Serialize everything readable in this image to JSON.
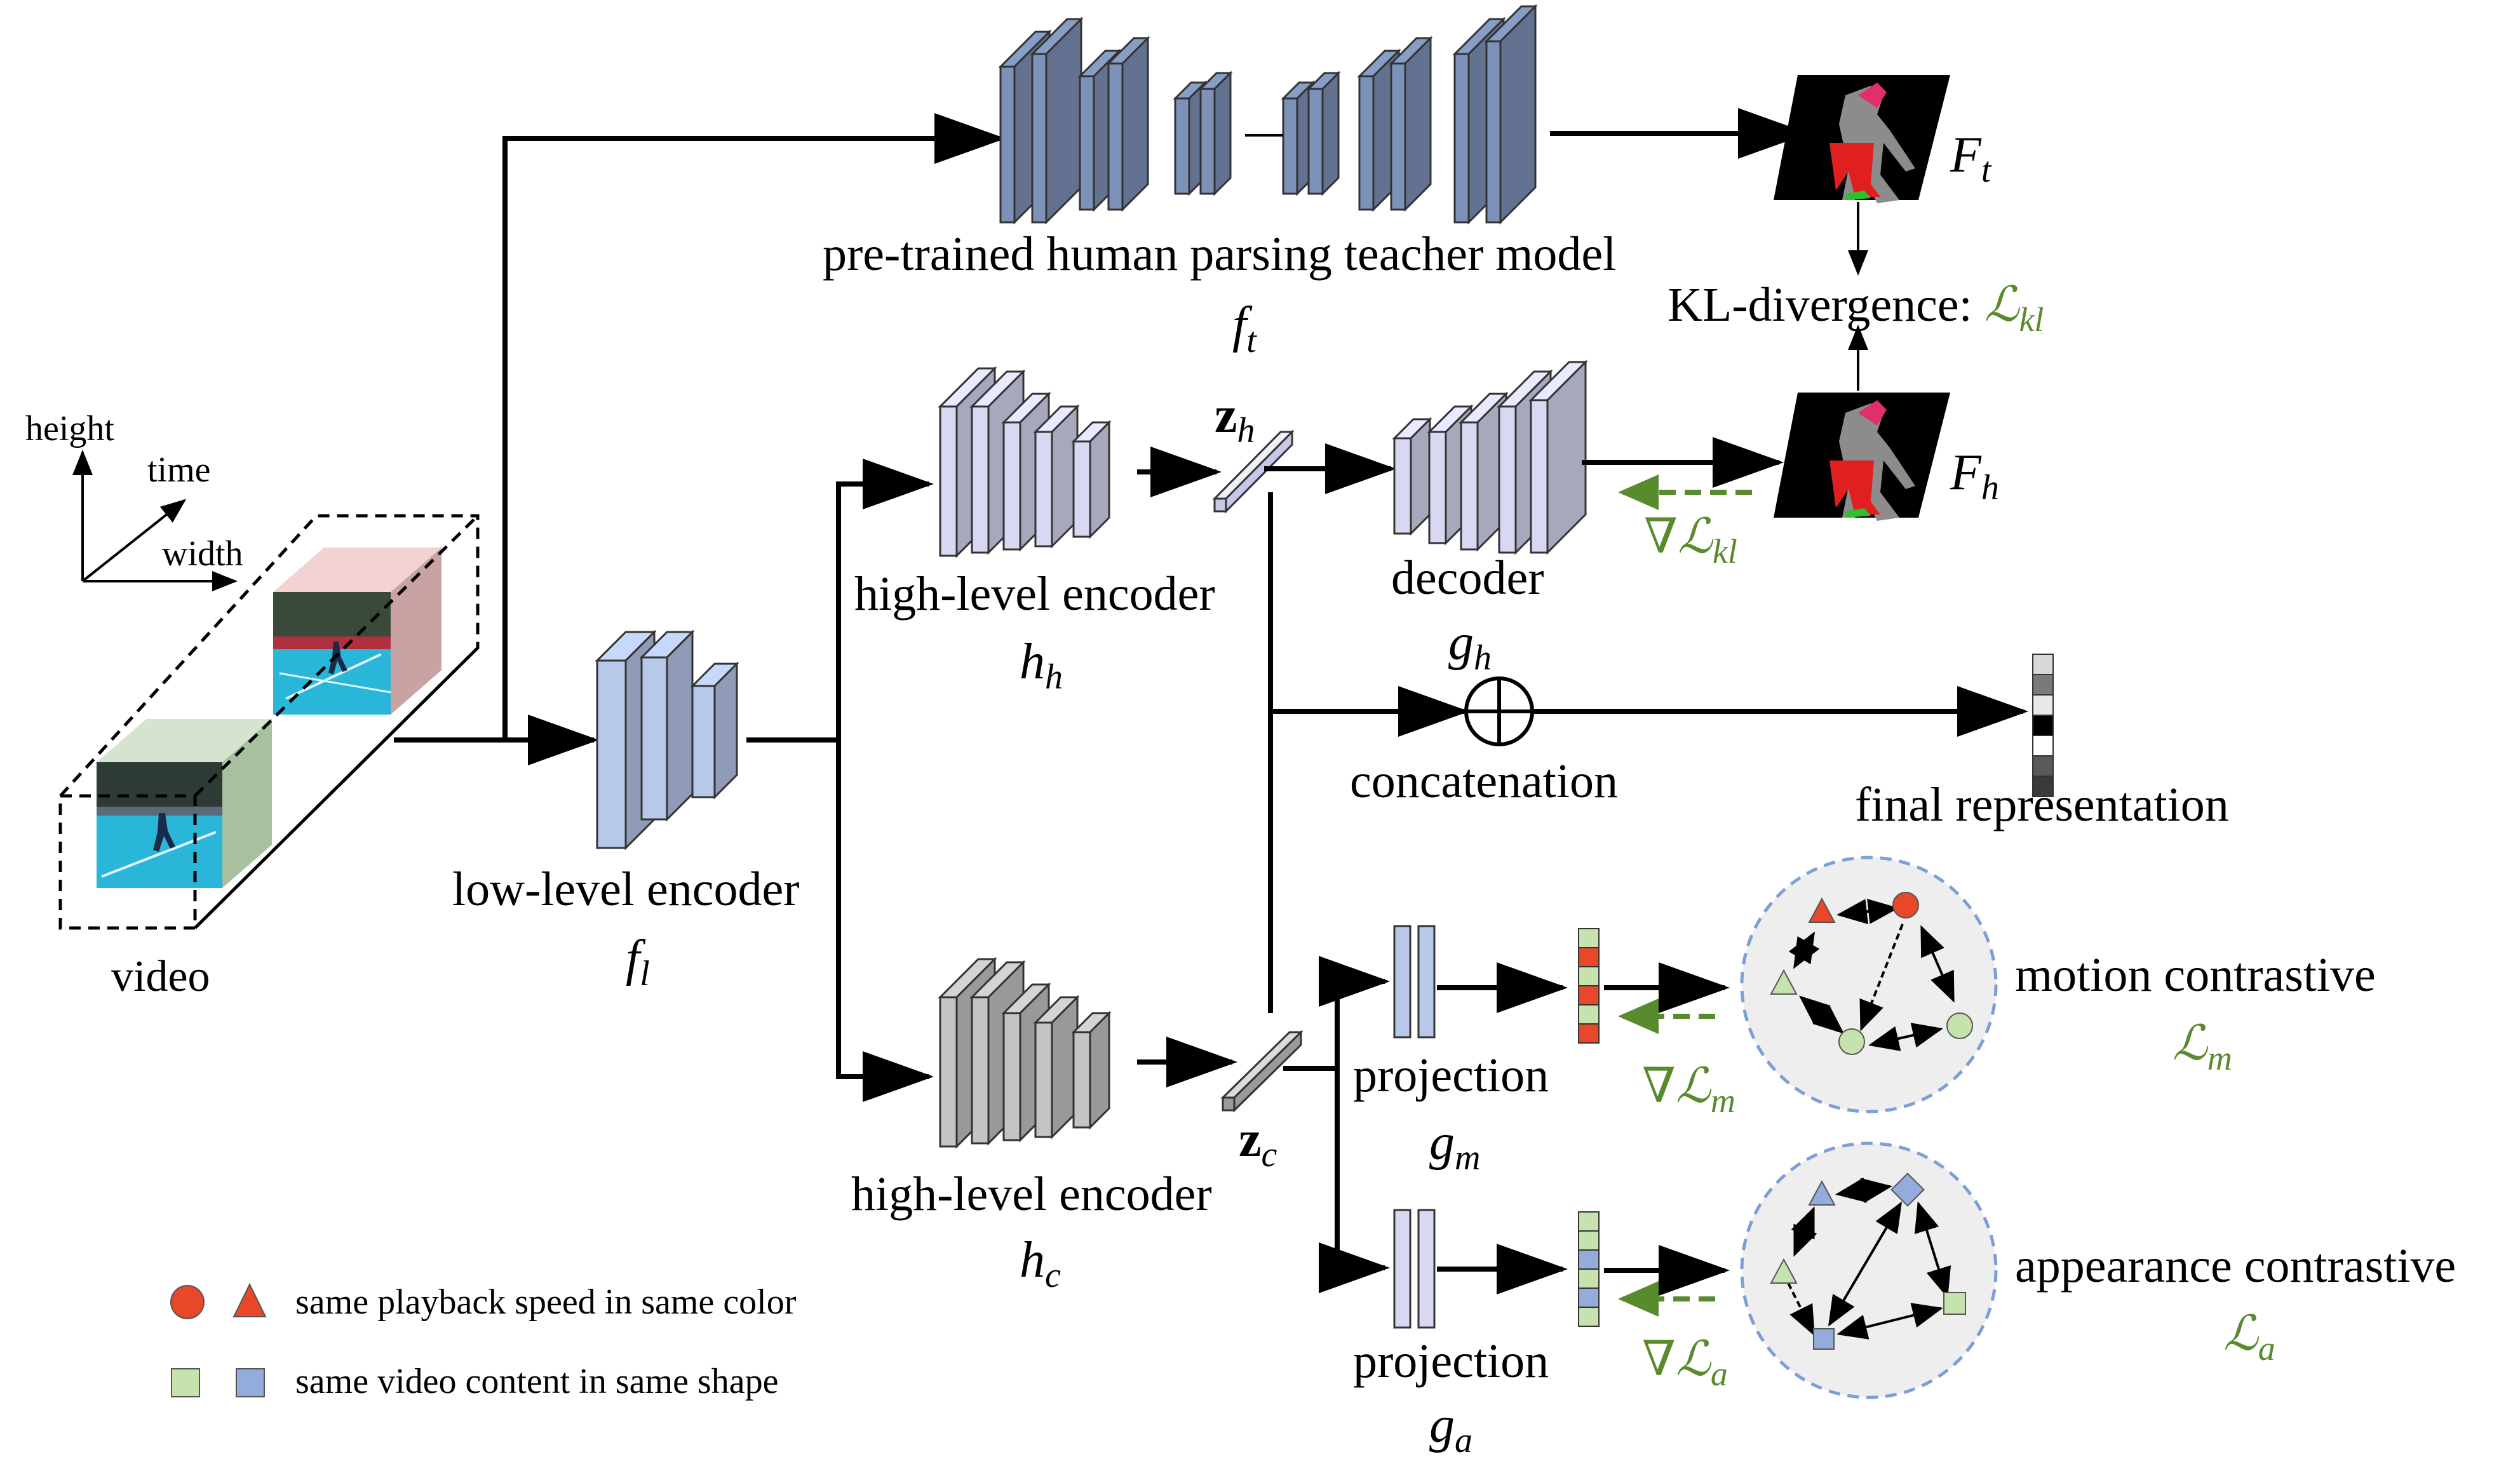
{
  "labels": {
    "axis_height": "height",
    "axis_time": "time",
    "axis_width": "width",
    "video": "video",
    "teacher": "pre-trained human parsing teacher model",
    "teacher_sym": "f",
    "teacher_sub": "t",
    "ft_sym": "F",
    "ft_sub": "t",
    "kl": "KL-divergence: ",
    "kl_L": "ℒ",
    "kl_sub": "kl",
    "hh_label": "high-level encoder",
    "hh_sym": "h",
    "hh_sub": "h",
    "zh_sym": "z",
    "zh_sub": "h",
    "decoder": "decoder",
    "gh_sym": "g",
    "gh_sub": "h",
    "fh_sym": "F",
    "fh_sub": "h",
    "grad_kl": "∇ℒ",
    "grad_kl_sub": "kl",
    "concat": "concatenation",
    "final": "final representation",
    "low_label": "low-level encoder",
    "low_sym": "f",
    "low_sub": "l",
    "hc_label": "high-level encoder",
    "hc_sym": "h",
    "hc_sub": "c",
    "zc_sym": "z",
    "zc_sub": "c",
    "proj_m": "projection",
    "gm_sym": "g",
    "gm_sub": "m",
    "proj_a": "projection",
    "ga_sym": "g",
    "ga_sub": "a",
    "grad_m": "∇ℒ",
    "grad_m_sub": "m",
    "grad_a": "∇ℒ",
    "grad_a_sub": "a",
    "motion": "motion contrastive",
    "motion_L": "ℒ",
    "motion_sub": "m",
    "appear": "appearance contrastive",
    "appear_L": "ℒ",
    "appear_sub": "a",
    "legend_speed": "same playback speed in same color",
    "legend_content": "same video content in same shape"
  },
  "colors": {
    "teacher_fill": "#7d92b8",
    "teacher_side": "#5d7196",
    "low_fill": "#b8c8ea",
    "high_h_fill": "#d8d8f2",
    "high_c_fill": "#c4c4c4",
    "green_text": "#5a8a2e",
    "green_arrow": "#5a8a2e",
    "red_shape": "#e8472a",
    "green_shape": "#c6e3ae",
    "blue_shape": "#93acdc",
    "circle_fill": "#eeeeee",
    "circle_border": "#7b9fd6"
  }
}
